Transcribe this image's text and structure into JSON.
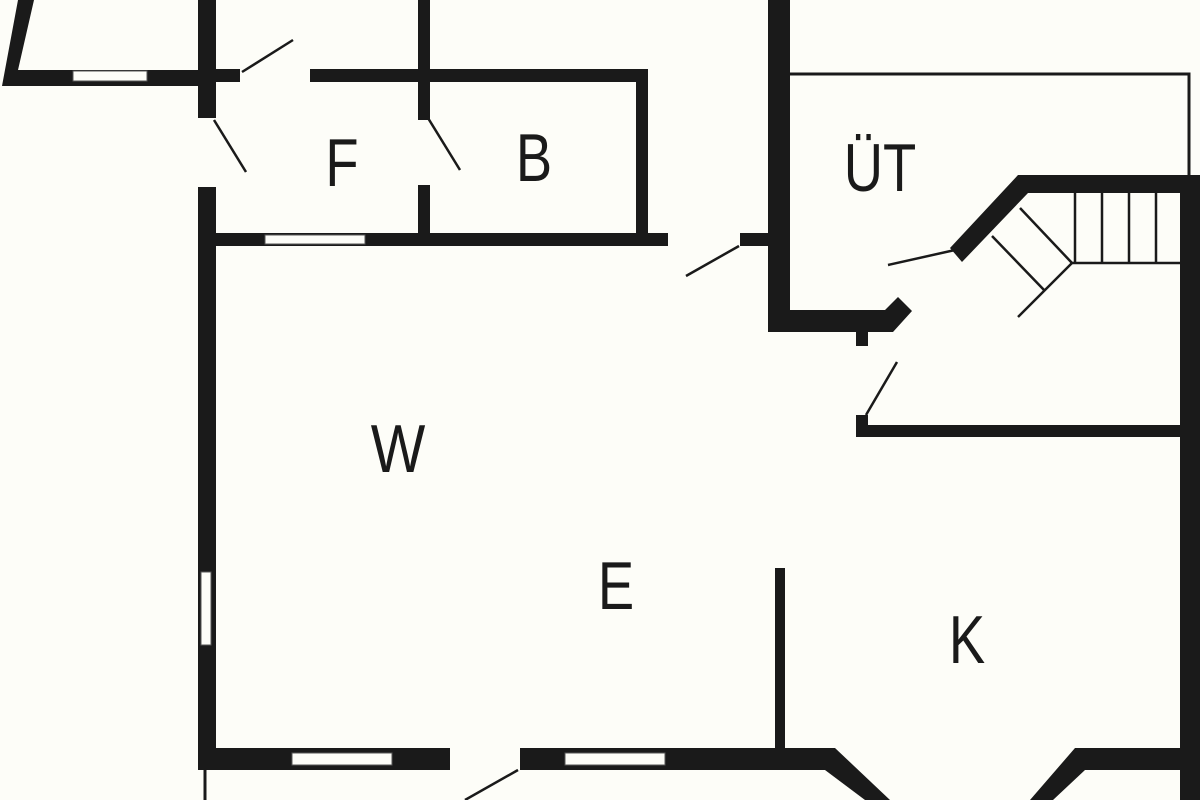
{
  "floor_plan": {
    "rooms": [
      {
        "id": "F",
        "label": "F"
      },
      {
        "id": "B",
        "label": "B"
      },
      {
        "id": "UT",
        "label": "ÜT"
      },
      {
        "id": "W",
        "label": "W"
      },
      {
        "id": "E",
        "label": "E"
      },
      {
        "id": "K",
        "label": "K"
      }
    ],
    "colors": {
      "wall": "#1a1a1a",
      "background": "#fdfdf8"
    }
  }
}
